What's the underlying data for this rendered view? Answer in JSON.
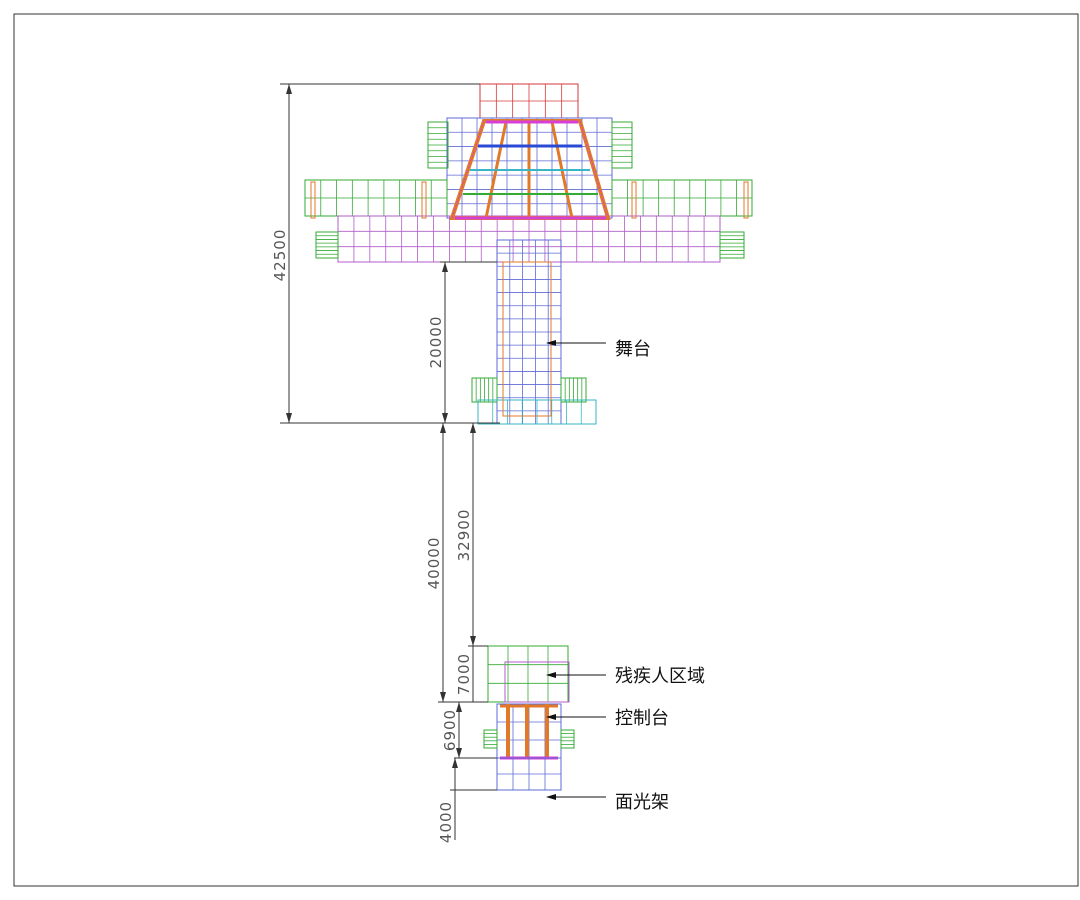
{
  "colors": {
    "frame": "#333333",
    "dimension": "#333333",
    "grid_blue": "#5f6bd6",
    "grid_magenta": "#b05cc8",
    "grid_green": "#33aa33",
    "grid_red": "#d63a3a",
    "grid_cyan": "#39b5c6",
    "truss_orange": "#e07a2a",
    "truss_blue": "#2a4ad6",
    "truss_magenta": "#d640d6"
  },
  "dimensions": {
    "d_total": "42500",
    "d_stage_runway": "20000",
    "d_to_control": "40000",
    "d_to_accessible": "32900",
    "d_accessible": "7000",
    "d_control": "6900",
    "d_light_rack": "4000"
  },
  "labels": {
    "stage": "舞台",
    "accessible_area": "残疾人区域",
    "control_booth": "控制台",
    "face_light_rack": "面光架"
  }
}
